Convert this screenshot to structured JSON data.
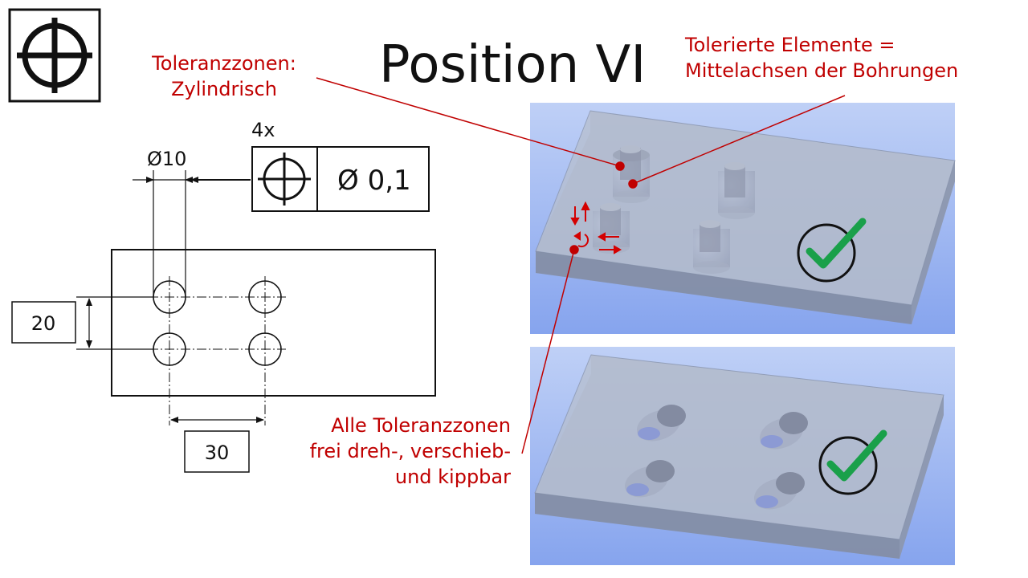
{
  "title": "Position VI",
  "symbol": {
    "icon": "position-icon"
  },
  "callouts": {
    "zones": [
      "Toleranzzonen:",
      "Zylindrisch"
    ],
    "elements": [
      "Tolerierte Elemente =",
      "Mittelachsen der Bohrungen"
    ],
    "free": [
      "Alle Toleranzzonen",
      "frei dreh-, verschieb-",
      "und kippbar"
    ]
  },
  "drawing": {
    "count": "4x",
    "hole_diameter": "Ø10",
    "tolerance": "Ø 0,1",
    "dim_vertical": "20",
    "dim_horizontal": "30"
  },
  "renders": {
    "top": {
      "check_icon": "checkmark-icon"
    },
    "bottom": {
      "check_icon": "checkmark-icon"
    }
  },
  "colors": {
    "accent": "#c00000",
    "check": "#1aa04a",
    "render_bg": "#8aa6f0"
  }
}
